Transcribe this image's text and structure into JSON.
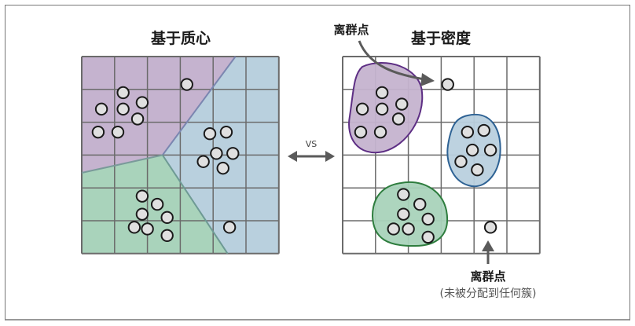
{
  "left_panel": {
    "title": "基于质心",
    "grid_cells": 6,
    "regions": [
      {
        "name": "purple",
        "fill": "#c5b3cf"
      },
      {
        "name": "blue",
        "fill": "#b9d0de"
      },
      {
        "name": "green",
        "fill": "#a9d3bb"
      }
    ],
    "points": [
      [
        1.26,
        1.1
      ],
      [
        0.6,
        1.6
      ],
      [
        1.26,
        1.6
      ],
      [
        1.84,
        1.4
      ],
      [
        1.7,
        1.9
      ],
      [
        0.5,
        2.3
      ],
      [
        1.1,
        2.3
      ],
      [
        3.2,
        0.85
      ],
      [
        3.9,
        2.35
      ],
      [
        4.4,
        2.3
      ],
      [
        4.1,
        2.95
      ],
      [
        4.6,
        2.95
      ],
      [
        3.7,
        3.2
      ],
      [
        4.3,
        3.4
      ],
      [
        1.84,
        4.25
      ],
      [
        2.3,
        4.5
      ],
      [
        1.84,
        4.8
      ],
      [
        2.6,
        4.9
      ],
      [
        1.6,
        5.2
      ],
      [
        2.0,
        5.25
      ],
      [
        2.6,
        5.45
      ],
      [
        4.5,
        5.2
      ]
    ]
  },
  "right_panel": {
    "title": "基于密度",
    "grid_cells": 6,
    "clusters": [
      {
        "name": "purple",
        "fill": "#c5b3cf",
        "stroke": "#5d2e84",
        "points": [
          [
            1.2,
            1.1
          ],
          [
            0.6,
            1.6
          ],
          [
            1.2,
            1.6
          ],
          [
            1.8,
            1.45
          ],
          [
            1.7,
            1.9
          ],
          [
            0.55,
            2.3
          ],
          [
            1.15,
            2.3
          ]
        ]
      },
      {
        "name": "blue",
        "fill": "#b9d0de",
        "stroke": "#2e6294",
        "points": [
          [
            3.8,
            2.3
          ],
          [
            4.3,
            2.25
          ],
          [
            3.95,
            2.85
          ],
          [
            4.5,
            2.85
          ],
          [
            3.6,
            3.2
          ],
          [
            4.1,
            3.45
          ]
        ]
      },
      {
        "name": "green",
        "fill": "#a9d3bb",
        "stroke": "#2e7d3e",
        "points": [
          [
            1.85,
            4.2
          ],
          [
            2.35,
            4.5
          ],
          [
            1.85,
            4.8
          ],
          [
            2.6,
            4.95
          ],
          [
            1.55,
            5.25
          ],
          [
            2.0,
            5.25
          ],
          [
            2.6,
            5.5
          ]
        ]
      }
    ],
    "outliers": [
      [
        3.2,
        0.85
      ],
      [
        4.5,
        5.2
      ]
    ]
  },
  "comparison": {
    "label": "VS"
  },
  "annotations": {
    "outlier_top": "离群点",
    "outlier_bottom": "离群点",
    "outlier_bottom_note": "(未被分配到任何簇)"
  },
  "colors": {
    "grid": "#6b6b6b",
    "point_fill": "#e0e0e0",
    "point_stroke": "#1a1a1a",
    "arrow": "#5a5a5a"
  }
}
